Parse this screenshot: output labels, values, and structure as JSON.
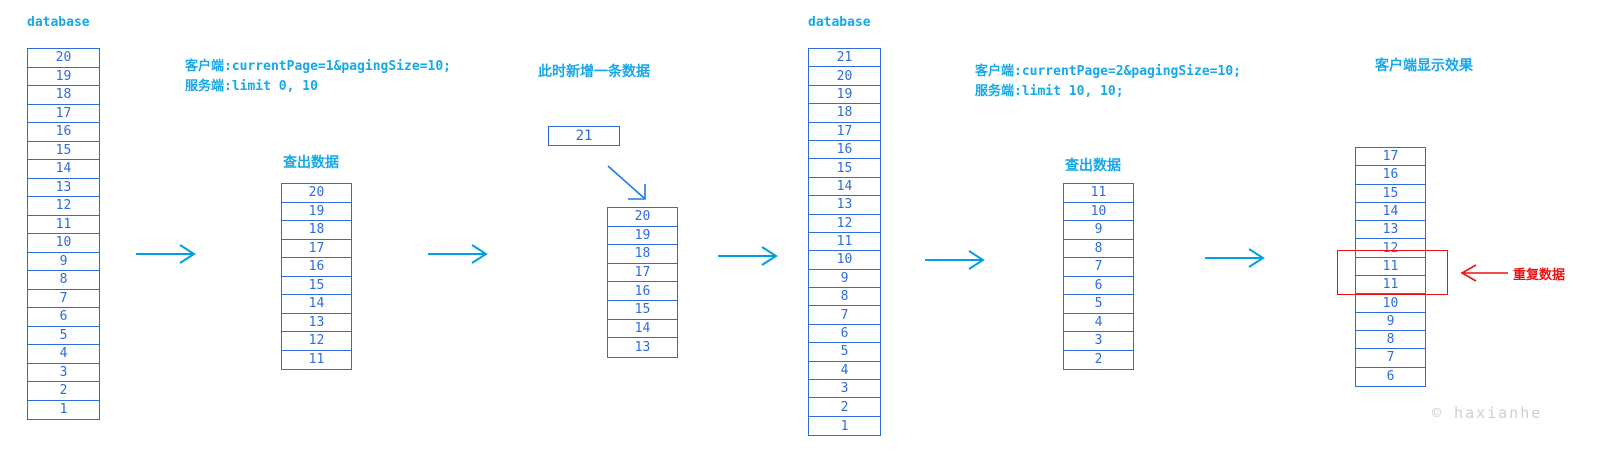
{
  "meta": {
    "colors": {
      "cell_blue": "#2f6be0",
      "label_cyan": "#17a8e8",
      "arrow_cyan": "#00a0e0",
      "highlight_red": "#ee1111",
      "watermark_gray": "#cfcfcf",
      "background": "#ffffff"
    },
    "watermark": "© haxianhe"
  },
  "panels": {
    "database_before": {
      "title": "database",
      "values": [
        "20",
        "19",
        "18",
        "17",
        "16",
        "15",
        "14",
        "13",
        "12",
        "11",
        "10",
        "9",
        "8",
        "7",
        "6",
        "5",
        "4",
        "3",
        "2",
        "1"
      ]
    },
    "request_page1": {
      "line1": "客户端:currentPage=1&pagingSize=10;",
      "line2": "服务端:limit 0, 10"
    },
    "result_page1": {
      "title": "查出数据",
      "values": [
        "20",
        "19",
        "18",
        "17",
        "16",
        "15",
        "14",
        "13",
        "12",
        "11"
      ]
    },
    "insert_note": {
      "title": "此时新增一条数据",
      "inserted_value": "21",
      "remaining_title": "",
      "remaining_values": [
        "20",
        "19",
        "18",
        "17",
        "16",
        "15",
        "14",
        "13"
      ]
    },
    "database_after": {
      "title": "database",
      "values": [
        "21",
        "20",
        "19",
        "18",
        "17",
        "16",
        "15",
        "14",
        "13",
        "12",
        "11",
        "10",
        "9",
        "8",
        "7",
        "6",
        "5",
        "4",
        "3",
        "2",
        "1"
      ]
    },
    "request_page2": {
      "line1": "客户端:currentPage=2&pagingSize=10;",
      "line2": "服务端:limit 10, 10;"
    },
    "result_page2": {
      "title": "查出数据",
      "values": [
        "11",
        "10",
        "9",
        "8",
        "7",
        "6",
        "5",
        "4",
        "3",
        "2"
      ]
    },
    "client_display": {
      "title": "客户端显示效果",
      "values": [
        "17",
        "16",
        "15",
        "14",
        "13",
        "12",
        "11",
        "11",
        "10",
        "9",
        "8",
        "7",
        "6"
      ],
      "duplicate_note": "重复数据",
      "arrow_glyph": "←"
    }
  }
}
